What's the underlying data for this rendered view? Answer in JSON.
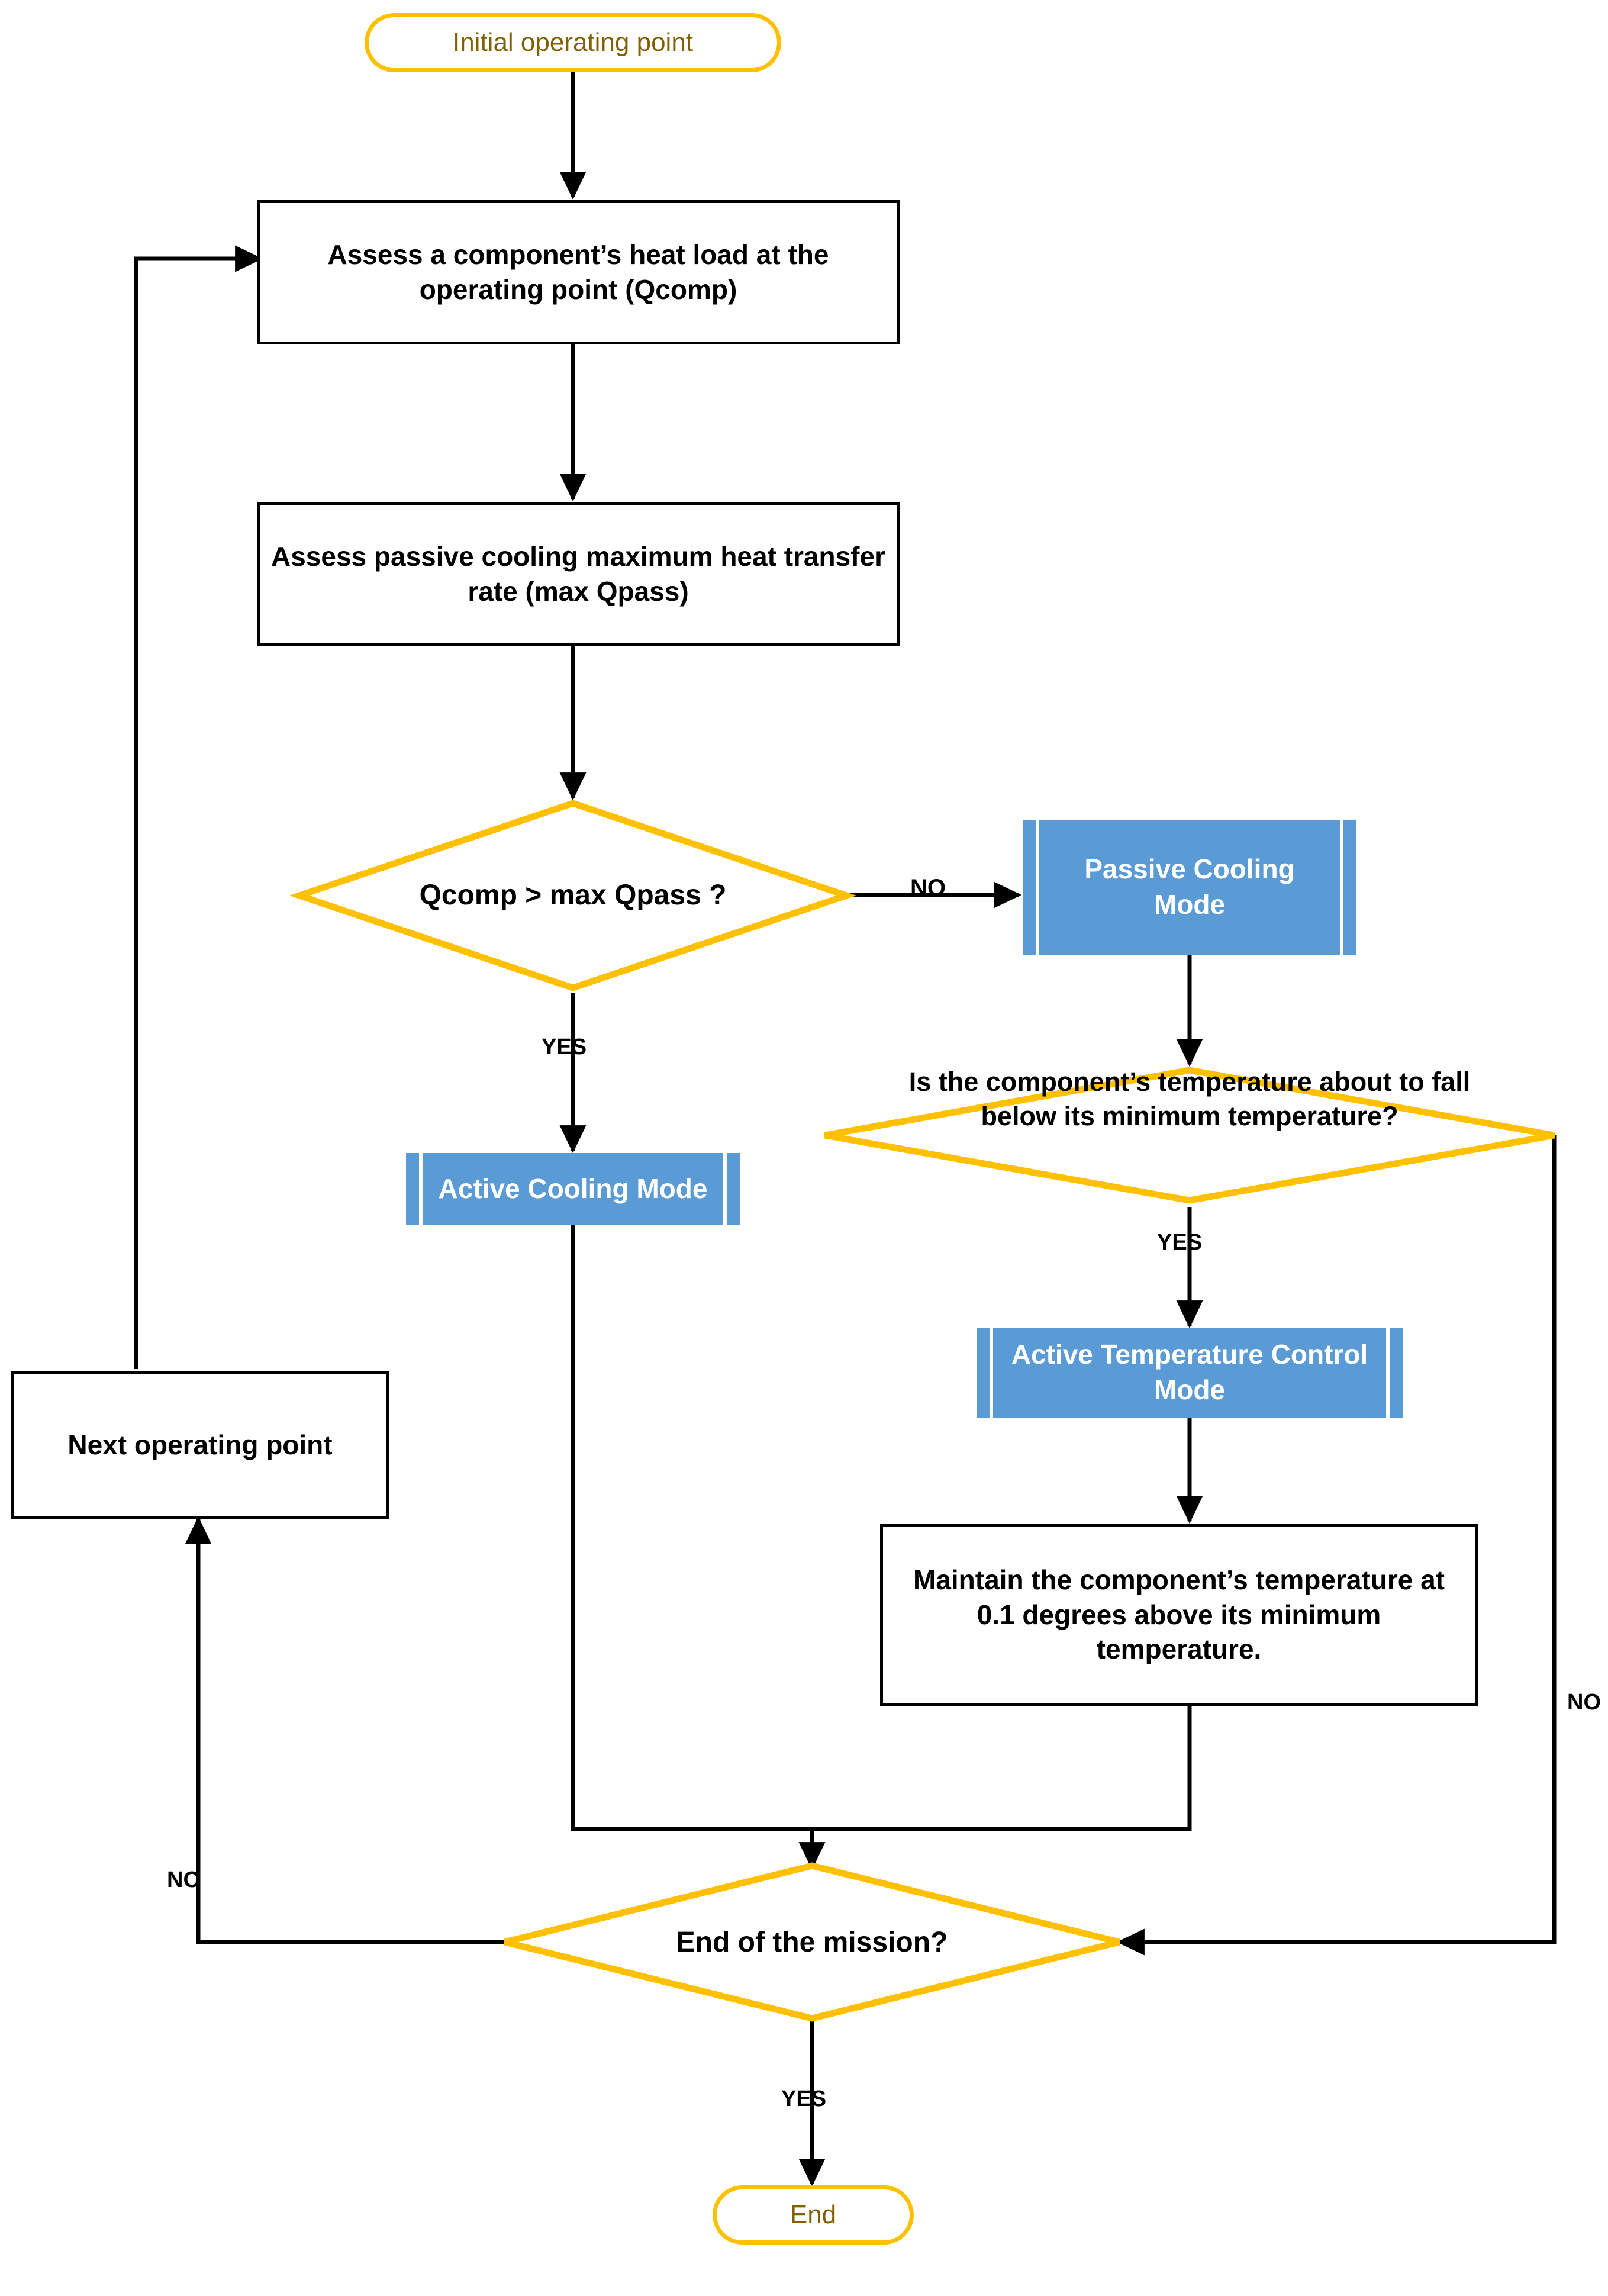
{
  "diagram": {
    "title": "Thermal control mode selection flowchart",
    "colors": {
      "accent_gold": "#FFC000",
      "node_blue": "#5B9BD5",
      "line_black": "#000000",
      "terminator_text": "#806000"
    },
    "nodes": {
      "start": {
        "label": "Initial operating point",
        "shape": "terminator"
      },
      "assess_heat_load": {
        "label": "Assess a component’s heat load at the operating point (Qcomp)",
        "shape": "process"
      },
      "assess_passive": {
        "label": "Assess passive cooling maximum heat transfer rate (max Qpass)",
        "shape": "process"
      },
      "decision_qcomp": {
        "label": "Qcomp > max Qpass ?",
        "shape": "decision"
      },
      "passive_cooling_mode": {
        "label": "Passive Cooling Mode",
        "shape": "predefined-process"
      },
      "active_cooling_mode": {
        "label": "Active Cooling Mode",
        "shape": "predefined-process"
      },
      "decision_min_temp": {
        "label": "Is the component’s temperature about to fall below its minimum temperature?",
        "shape": "decision"
      },
      "active_temp_control_mode": {
        "label": "Active Temperature Control Mode",
        "shape": "predefined-process"
      },
      "maintain_temp": {
        "label": "Maintain the component’s temperature at 0.1 degrees above its minimum temperature.",
        "shape": "process"
      },
      "next_operating_point": {
        "label": "Next operating point",
        "shape": "process"
      },
      "decision_end_mission": {
        "label": "End of the mission?",
        "shape": "decision"
      },
      "end": {
        "label": "End",
        "shape": "terminator"
      }
    },
    "edge_labels": {
      "qcomp_no": "NO",
      "qcomp_yes": "YES",
      "min_temp_yes": "YES",
      "min_temp_no": "NO",
      "mission_no": "NO",
      "mission_yes": "YES"
    }
  }
}
